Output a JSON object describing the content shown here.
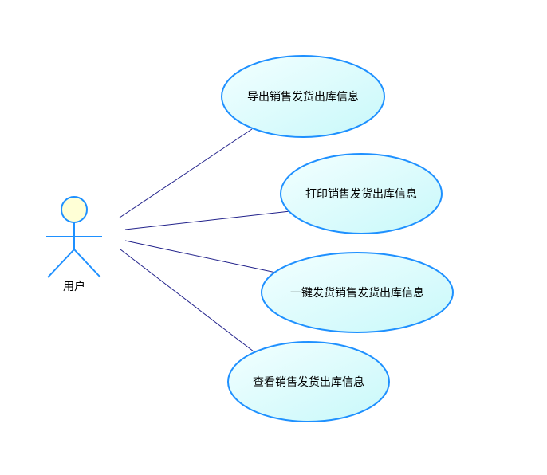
{
  "actor": {
    "label": "用户"
  },
  "use_cases": [
    {
      "label": "导出销售发货出库信息"
    },
    {
      "label": "打印销售发货出库信息"
    },
    {
      "label": "一键发货销售发货出库信息"
    },
    {
      "label": "查看销售发货出库信息"
    }
  ],
  "colors": {
    "ellipse_stroke": "#1E90FF",
    "ellipse_fill_light": "#F3FFFF",
    "ellipse_fill_dark": "#C8F8FA",
    "actor_stroke": "#1E90FF",
    "actor_head_fill": "#FFFFD6",
    "association_line": "#22228B"
  }
}
